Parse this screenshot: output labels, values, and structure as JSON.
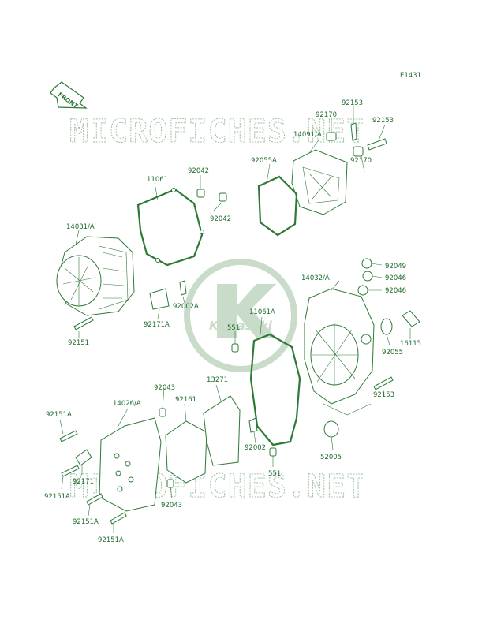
{
  "diagram_code": "E1431",
  "front_label": "FRONT",
  "watermark_text": "MICROFICHES.NET",
  "logo_text": "Kawasaki",
  "colors": {
    "line": "#2d7a36",
    "label": "#1c6b2a",
    "watermark": "#9fbfa3",
    "logo": "#c8dcc9"
  },
  "part_labels": {
    "p92153a": "92153",
    "p92170a": "92170",
    "p92153b": "92153",
    "p14091": "14091/A",
    "p92055a": "92055A",
    "p92170b": "92170",
    "p11061": "11061",
    "p92042a": "92042",
    "p92042b": "92042",
    "p14031": "14031/A",
    "p92049": "92049",
    "p92046a": "92046",
    "p14032": "14032/A",
    "p92046b": "92046",
    "p92002a": "92002A",
    "p92171a": "92171A",
    "p11061a": "11061A",
    "p551a": "551",
    "p92151": "92151",
    "p16115": "16115",
    "p92055": "92055",
    "p92043a": "92043",
    "p13271": "13271",
    "p14026": "14026/A",
    "p92161": "92161",
    "p92153c": "92153",
    "p92151a1": "92151A",
    "p92002": "92002",
    "p52005": "52005",
    "p92171": "92171",
    "p92151a2": "92151A",
    "p551b": "551",
    "p92043b": "92043",
    "p92151a3": "92151A",
    "p92151a4": "92151A"
  }
}
